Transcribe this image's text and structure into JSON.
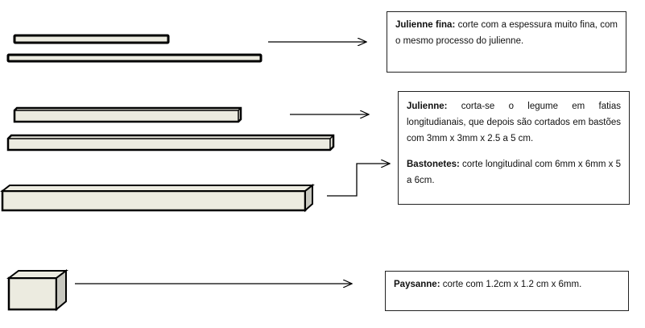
{
  "boxes": {
    "julienne_fina": {
      "term": "Julienne fina:",
      "text": " corte com a espessura muito fina, com o mesmo processo do julienne."
    },
    "julienne": {
      "term": "Julienne:",
      "text": " corta-se o legume em fatias longitudianais, que depois são cortados em bastões com 3mm x 3mm x 2.5 a 5 cm."
    },
    "bastonetes": {
      "term": "Bastonetes:",
      "text": " corte longitudinal com 6mm x 6mm x 5 a 6cm."
    },
    "paysanne": {
      "term": "Paysanne:",
      "text": " corte com 1.2cm x 1.2 cm x 6mm."
    }
  },
  "colors": {
    "fill": "#ecebe0",
    "side": "#c8c8c0",
    "stroke": "#000000"
  }
}
